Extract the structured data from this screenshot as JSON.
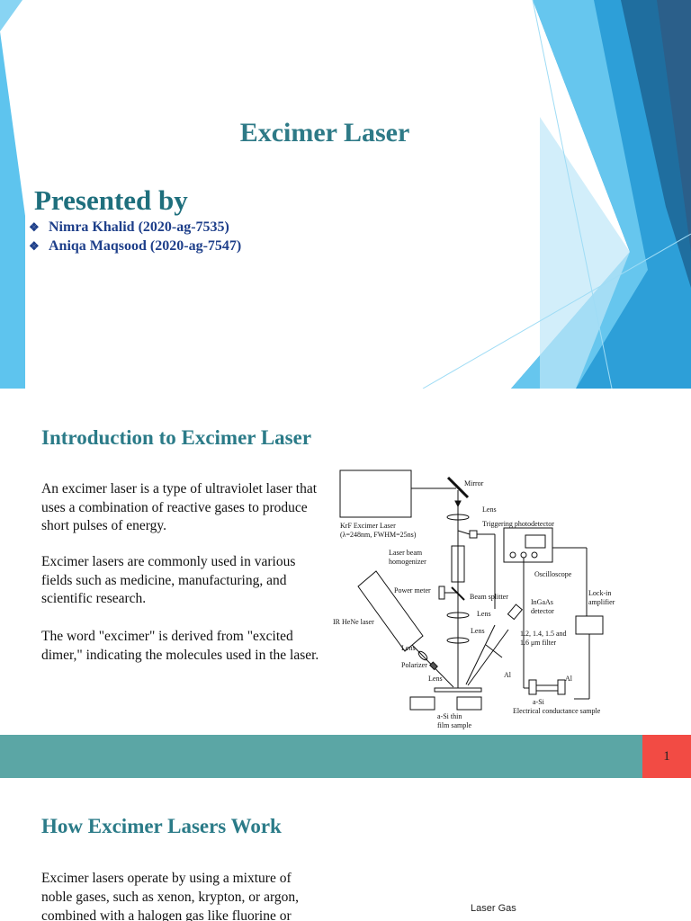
{
  "slide1": {
    "title": "Excimer Laser",
    "presented_by": "Presented by",
    "bullet_glyph": "❖",
    "presenters": [
      "Nimra Khalid (2020-ag-7535)",
      "Aniqa Maqsood (2020-ag-7547)"
    ],
    "colors": {
      "title": "#2e7a87",
      "accent": "#29a9e0"
    }
  },
  "slide2": {
    "heading": "Introduction to Excimer Laser",
    "paragraphs": [
      "An excimer laser is a type of ultraviolet laser that uses a combination of reactive gases to produce short pulses of energy.",
      "Excimer lasers are commonly used in various fields such as medicine, manufacturing, and scientific research.",
      "The word \"excimer\" is derived from \"excited dimer,\" indicating the molecules used in the laser."
    ],
    "diagram": {
      "mirror": "Mirror",
      "lens_top": "Lens",
      "krf_line1": "KrF Excimer Laser",
      "krf_line2": "(λ=248nm, FWHM=25ns)",
      "trigger": "Triggering photodetector",
      "homog1": "Laser beam",
      "homog2": "homogenizer",
      "oscilloscope": "Oscilloscope",
      "power_meter": "Power meter",
      "beam_splitter": "Beam splitter",
      "lockin1": "Lock-in",
      "lockin2": "amplifier",
      "ingaas1": "InGaAs",
      "ingaas2": "detector",
      "ir_hene": "IR HeNe laser",
      "lens_mid1": "Lens",
      "lens_mid2": "Lens",
      "filter1": "1.2, 1.4, 1.5 and",
      "filter2": "1.6 μm filter",
      "lens_left": "Lens",
      "polarizer": "Polarizer",
      "lens_bottom": "Lens",
      "al_left": "Al",
      "al_right": "Al",
      "asi": "a-Si",
      "conductance": "Electrical conductance sample",
      "asi_film1": "a-Si thin",
      "asi_film2": "film sample"
    },
    "page_number": "1",
    "colors": {
      "footer": "#5ba6a5",
      "page_box": "#f24b44"
    }
  },
  "slide3": {
    "heading": "How Excimer Lasers Work",
    "paragraph_lines": [
      "Excimer lasers operate by using a mixture of",
      "noble gases, such as xenon, krypton, or argon,",
      "combined with a halogen gas like fluorine or"
    ],
    "figure_label": "Laser Gas"
  }
}
